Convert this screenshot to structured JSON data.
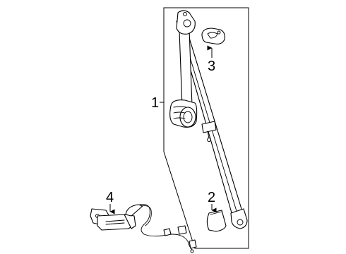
{
  "callouts": {
    "seat_belt_assembly": "1",
    "cover": "2",
    "guide": "3",
    "buckle": "4"
  },
  "colors": {
    "line": "#000000",
    "background": "#ffffff"
  }
}
